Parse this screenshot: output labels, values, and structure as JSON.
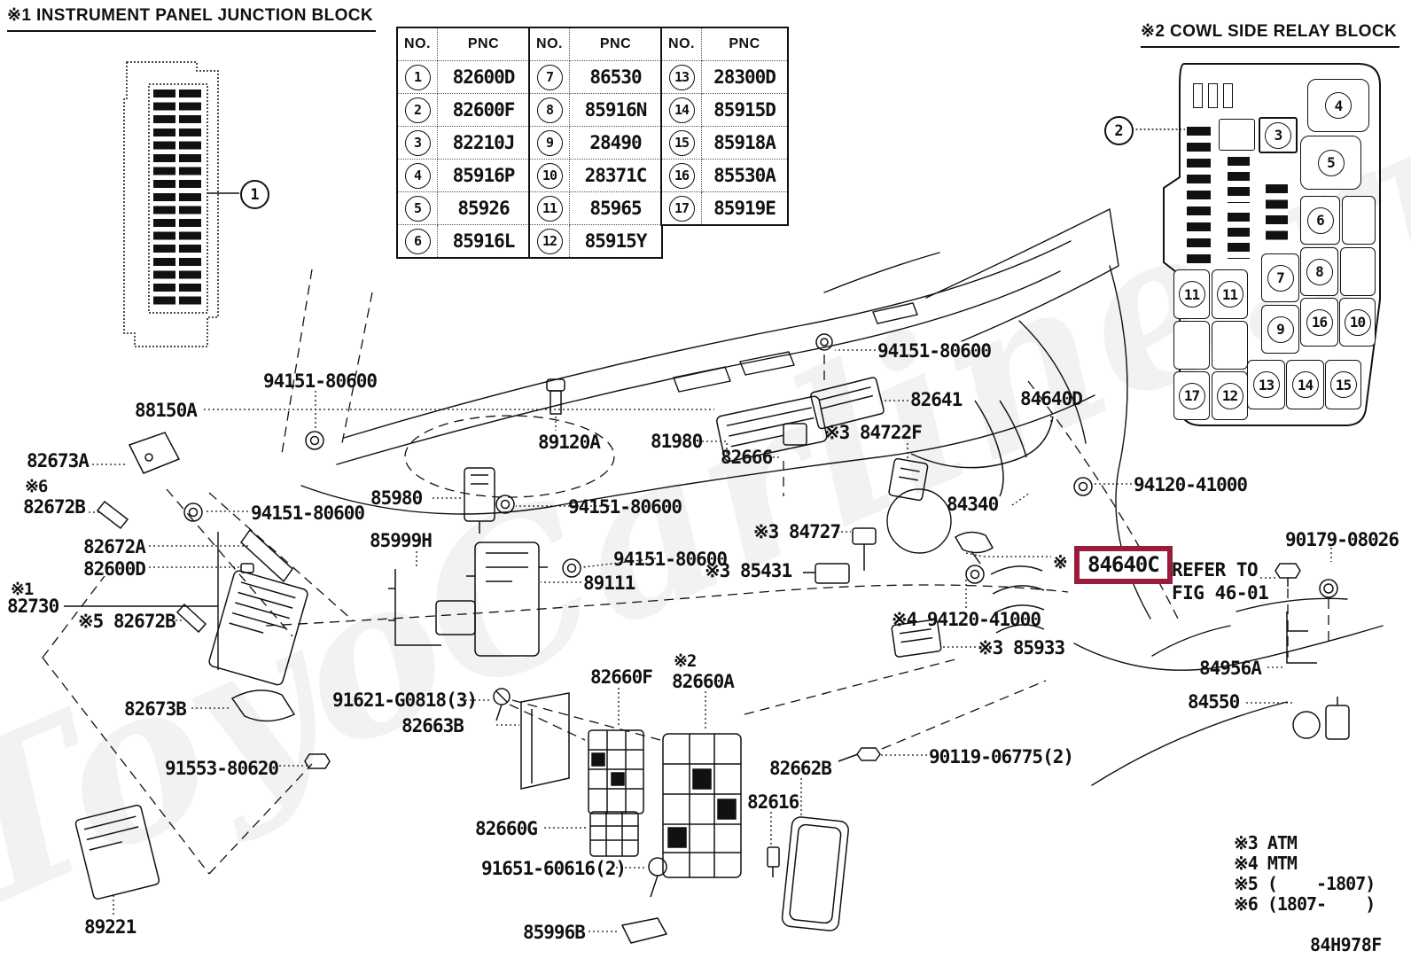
{
  "watermark": {
    "text": "ToyoCarline.ru"
  },
  "sections": {
    "junction_block": {
      "title": "※1 INSTRUMENT PANEL JUNCTION BLOCK",
      "callout": "1"
    },
    "relay_block": {
      "title": "※2 COWL SIDE RELAY BLOCK",
      "external_callout": "2",
      "cells": [
        "3",
        "4",
        "5",
        "6",
        "7",
        "8",
        "9",
        "16",
        "10",
        "11",
        "11",
        "17",
        "12",
        "13",
        "14",
        "15"
      ]
    },
    "pnc_table": {
      "no_header": "NO.",
      "pnc_header": "PNC",
      "groups": [
        {
          "rows": [
            {
              "no": "1",
              "pnc": "82600D"
            },
            {
              "no": "2",
              "pnc": "82600F"
            },
            {
              "no": "3",
              "pnc": "82210J"
            },
            {
              "no": "4",
              "pnc": "85916P"
            },
            {
              "no": "5",
              "pnc": "85926"
            },
            {
              "no": "6",
              "pnc": "85916L"
            }
          ]
        },
        {
          "rows": [
            {
              "no": "7",
              "pnc": "86530"
            },
            {
              "no": "8",
              "pnc": "85916N"
            },
            {
              "no": "9",
              "pnc": "28490"
            },
            {
              "no": "10",
              "pnc": "28371C"
            },
            {
              "no": "11",
              "pnc": "85965"
            },
            {
              "no": "12",
              "pnc": "85915Y"
            }
          ]
        },
        {
          "rows": [
            {
              "no": "13",
              "pnc": "28300D"
            },
            {
              "no": "14",
              "pnc": "85915D"
            },
            {
              "no": "15",
              "pnc": "85918A"
            },
            {
              "no": "16",
              "pnc": "85530A"
            },
            {
              "no": "17",
              "pnc": "85919E"
            }
          ]
        }
      ]
    }
  },
  "diagram": {
    "labels": [
      {
        "id": "94151-80600-a",
        "text": "94151-80600"
      },
      {
        "id": "88150A",
        "text": "88150A"
      },
      {
        "id": "82673A",
        "text": "82673A"
      },
      {
        "id": "ref-6",
        "text": "※6"
      },
      {
        "id": "82672B-a",
        "text": "82672B"
      },
      {
        "id": "94151-80600-b",
        "text": "94151-80600"
      },
      {
        "id": "82672A",
        "text": "82672A"
      },
      {
        "id": "82600D",
        "text": "82600D"
      },
      {
        "id": "ref-1",
        "text": "※1"
      },
      {
        "id": "82730",
        "text": "82730"
      },
      {
        "id": "82672B-b",
        "text": "※5 82672B"
      },
      {
        "id": "85980",
        "text": "85980"
      },
      {
        "id": "85999H",
        "text": "85999H"
      },
      {
        "id": "89120A",
        "text": "89120A"
      },
      {
        "id": "94151-80600-c",
        "text": "94151-80600"
      },
      {
        "id": "94151-80600-d",
        "text": "94151-80600"
      },
      {
        "id": "89111",
        "text": "89111"
      },
      {
        "id": "81980",
        "text": "81980"
      },
      {
        "id": "82666",
        "text": "82666"
      },
      {
        "id": "94151-80600-e",
        "text": "94151-80600"
      },
      {
        "id": "82641",
        "text": "82641"
      },
      {
        "id": "84722F",
        "text": "※3 84722F"
      },
      {
        "id": "84640D",
        "text": "84640D"
      },
      {
        "id": "84340",
        "text": "84340"
      },
      {
        "id": "84727",
        "text": "※3 84727"
      },
      {
        "id": "85431",
        "text": "※3 85431"
      },
      {
        "id": "94120-41000-a",
        "text": "94120-41000"
      },
      {
        "id": "94120-41000-b",
        "text": "※4 94120-41000"
      },
      {
        "id": "85933",
        "text": "※3 85933"
      },
      {
        "id": "90119-06775",
        "text": "90119-06775(2)"
      },
      {
        "id": "84956A",
        "text": "84956A"
      },
      {
        "id": "84550",
        "text": "84550"
      },
      {
        "id": "90179-08026",
        "text": "90179-08026"
      },
      {
        "id": "82673B",
        "text": "82673B"
      },
      {
        "id": "91553-80620",
        "text": "91553-80620"
      },
      {
        "id": "89221",
        "text": "89221"
      },
      {
        "id": "91621-G0818",
        "text": "91621-G0818(3)"
      },
      {
        "id": "82663B",
        "text": "82663B"
      },
      {
        "id": "82660F",
        "text": "82660F"
      },
      {
        "id": "ref-2",
        "text": "※2"
      },
      {
        "id": "82660A",
        "text": "82660A"
      },
      {
        "id": "82660G",
        "text": "82660G"
      },
      {
        "id": "91651-60616",
        "text": "91651-60616(2)"
      },
      {
        "id": "85996B",
        "text": "85996B"
      },
      {
        "id": "82616",
        "text": "82616"
      },
      {
        "id": "82662B",
        "text": "82662B"
      }
    ],
    "highlight": {
      "prefix": "※",
      "part": "84640C",
      "box_color": "#9b1b3c"
    },
    "refer_note": {
      "line1": "REFER TO",
      "line2": "FIG 46-01"
    }
  },
  "footnotes": {
    "lines": [
      "※3 ATM",
      "※4 MTM",
      "※5 (    -1807)",
      "※6 (1807-    )"
    ],
    "diagram_code": "84H978F"
  }
}
